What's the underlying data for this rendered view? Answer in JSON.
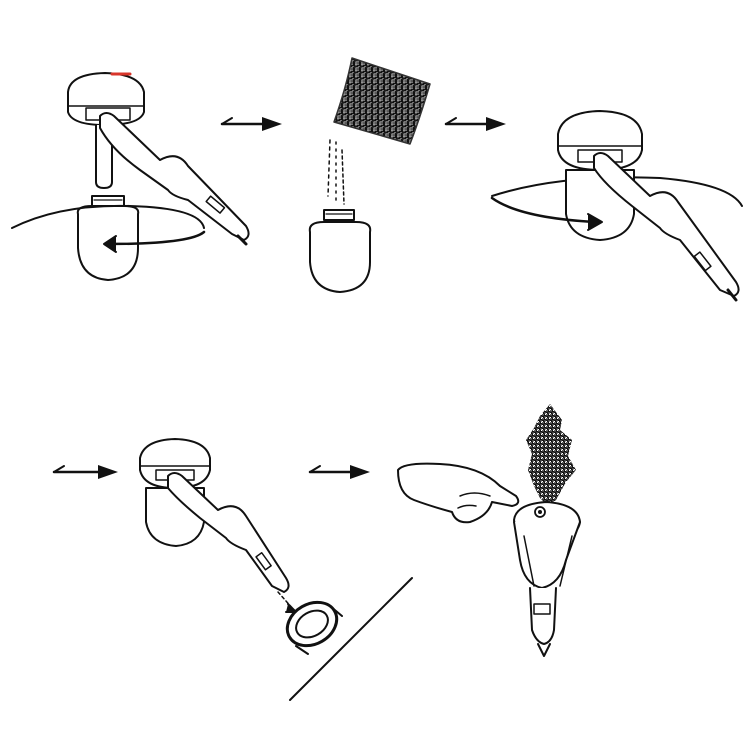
{
  "diagram": {
    "type": "instruction-steps",
    "colors": {
      "ink": "#111111",
      "background": "#ffffff",
      "indicator": "#d9362b"
    },
    "steps": [
      {
        "icon": "unscrew-cap-icon"
      },
      {
        "icon": "insert-sponge-icon"
      },
      {
        "icon": "screw-cap-icon"
      },
      {
        "icon": "plug-into-socket-icon"
      },
      {
        "icon": "press-button-mist-icon"
      }
    ],
    "arrows": [
      {
        "from": 1,
        "to": 2
      },
      {
        "from": 2,
        "to": 3
      },
      {
        "from": 3,
        "to": 4
      },
      {
        "from": 4,
        "to": 5
      }
    ]
  }
}
